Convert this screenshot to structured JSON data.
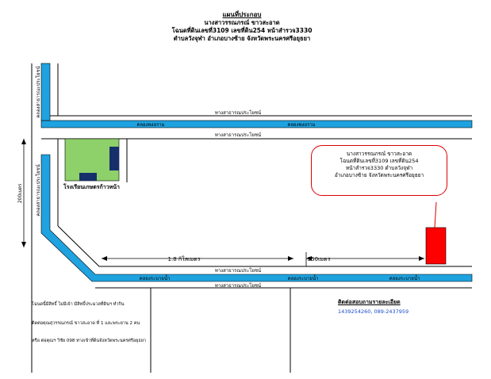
{
  "title": {
    "line1": "แผนที่ประกอบ",
    "line2": "นางสาวรรณภรณ์ ขาวสะอาด",
    "line3": "โฉนดที่ดินเลขที่3109 เลขที่ดิน254 หน้าสำรวจ3330",
    "line4": "ตำบลวังจุฬา อำเภอบางซ้าย จังหวัดพระนครศรีอยุธยา"
  },
  "roads": {
    "top_highway_1": "ทางสาธารณประโยชน์",
    "top_canal_left": "คลองพงอราม",
    "top_canal_right": "คลองพงอราม",
    "top_highway_2": "ทางสาธารณประโยชน์",
    "vertical_canal_top": "คลองสาธารณะประโยชน์",
    "vertical_canal_bottom": "คลองสาธารณะประโยชน์",
    "bottom_highway_1": "ทางสาธารณประโยชน์",
    "bottom_canal_1": "คลองระบายน้ำ",
    "bottom_canal_2": "คลองระบายน้ำ",
    "bottom_canal_3": "คลองระบายน้ำ",
    "bottom_highway_2": "ทางสาธารณประโยชน์"
  },
  "distances": {
    "vertical": "200เมตร",
    "horizontal_left": "1.8 กิโลเมตร",
    "horizontal_right": "350เมตร"
  },
  "school": {
    "label": "โรงเรียนเกษตรก้าวหน้า"
  },
  "callout": {
    "line1": "นางสาวรรณภรณ์ ขาวสะอาด",
    "line2": "โฉนดที่ดินเลขที่3109 เลขที่ดิน254",
    "line3": "หน้าสำรวจ3330 ตำบลวังจุฬา",
    "line4": "อำเภอบางซ้าย จังหวัดพระนครศรีอยุธยา"
  },
  "notes": {
    "line1": "โฉนดนี้มีสิทธิ์ ไม่มีเจ้า มีสิทธิ์ประมวลที่ดินฯ ทำกิน",
    "line2": "ติดต่อคุณสุวรรณภรณ์ ขาวสะอาด ที่ 1 และพระยาน 2 คน",
    "line3": "หรือ ต่อคุณฯ วิชัย 098 ทางเข้าที่ดินจังหวัดพระนครศรีอยุธยา"
  },
  "contact": {
    "heading": "ติดต่อสอบถามรายละเอียด",
    "phones": "1439254260, 089-2437959"
  },
  "colors": {
    "canal": "#1fa2e0",
    "school_green": "#8ed06a",
    "building_navy": "#16306b",
    "land_red": "#ff0000",
    "callout_border": "#e00000"
  }
}
